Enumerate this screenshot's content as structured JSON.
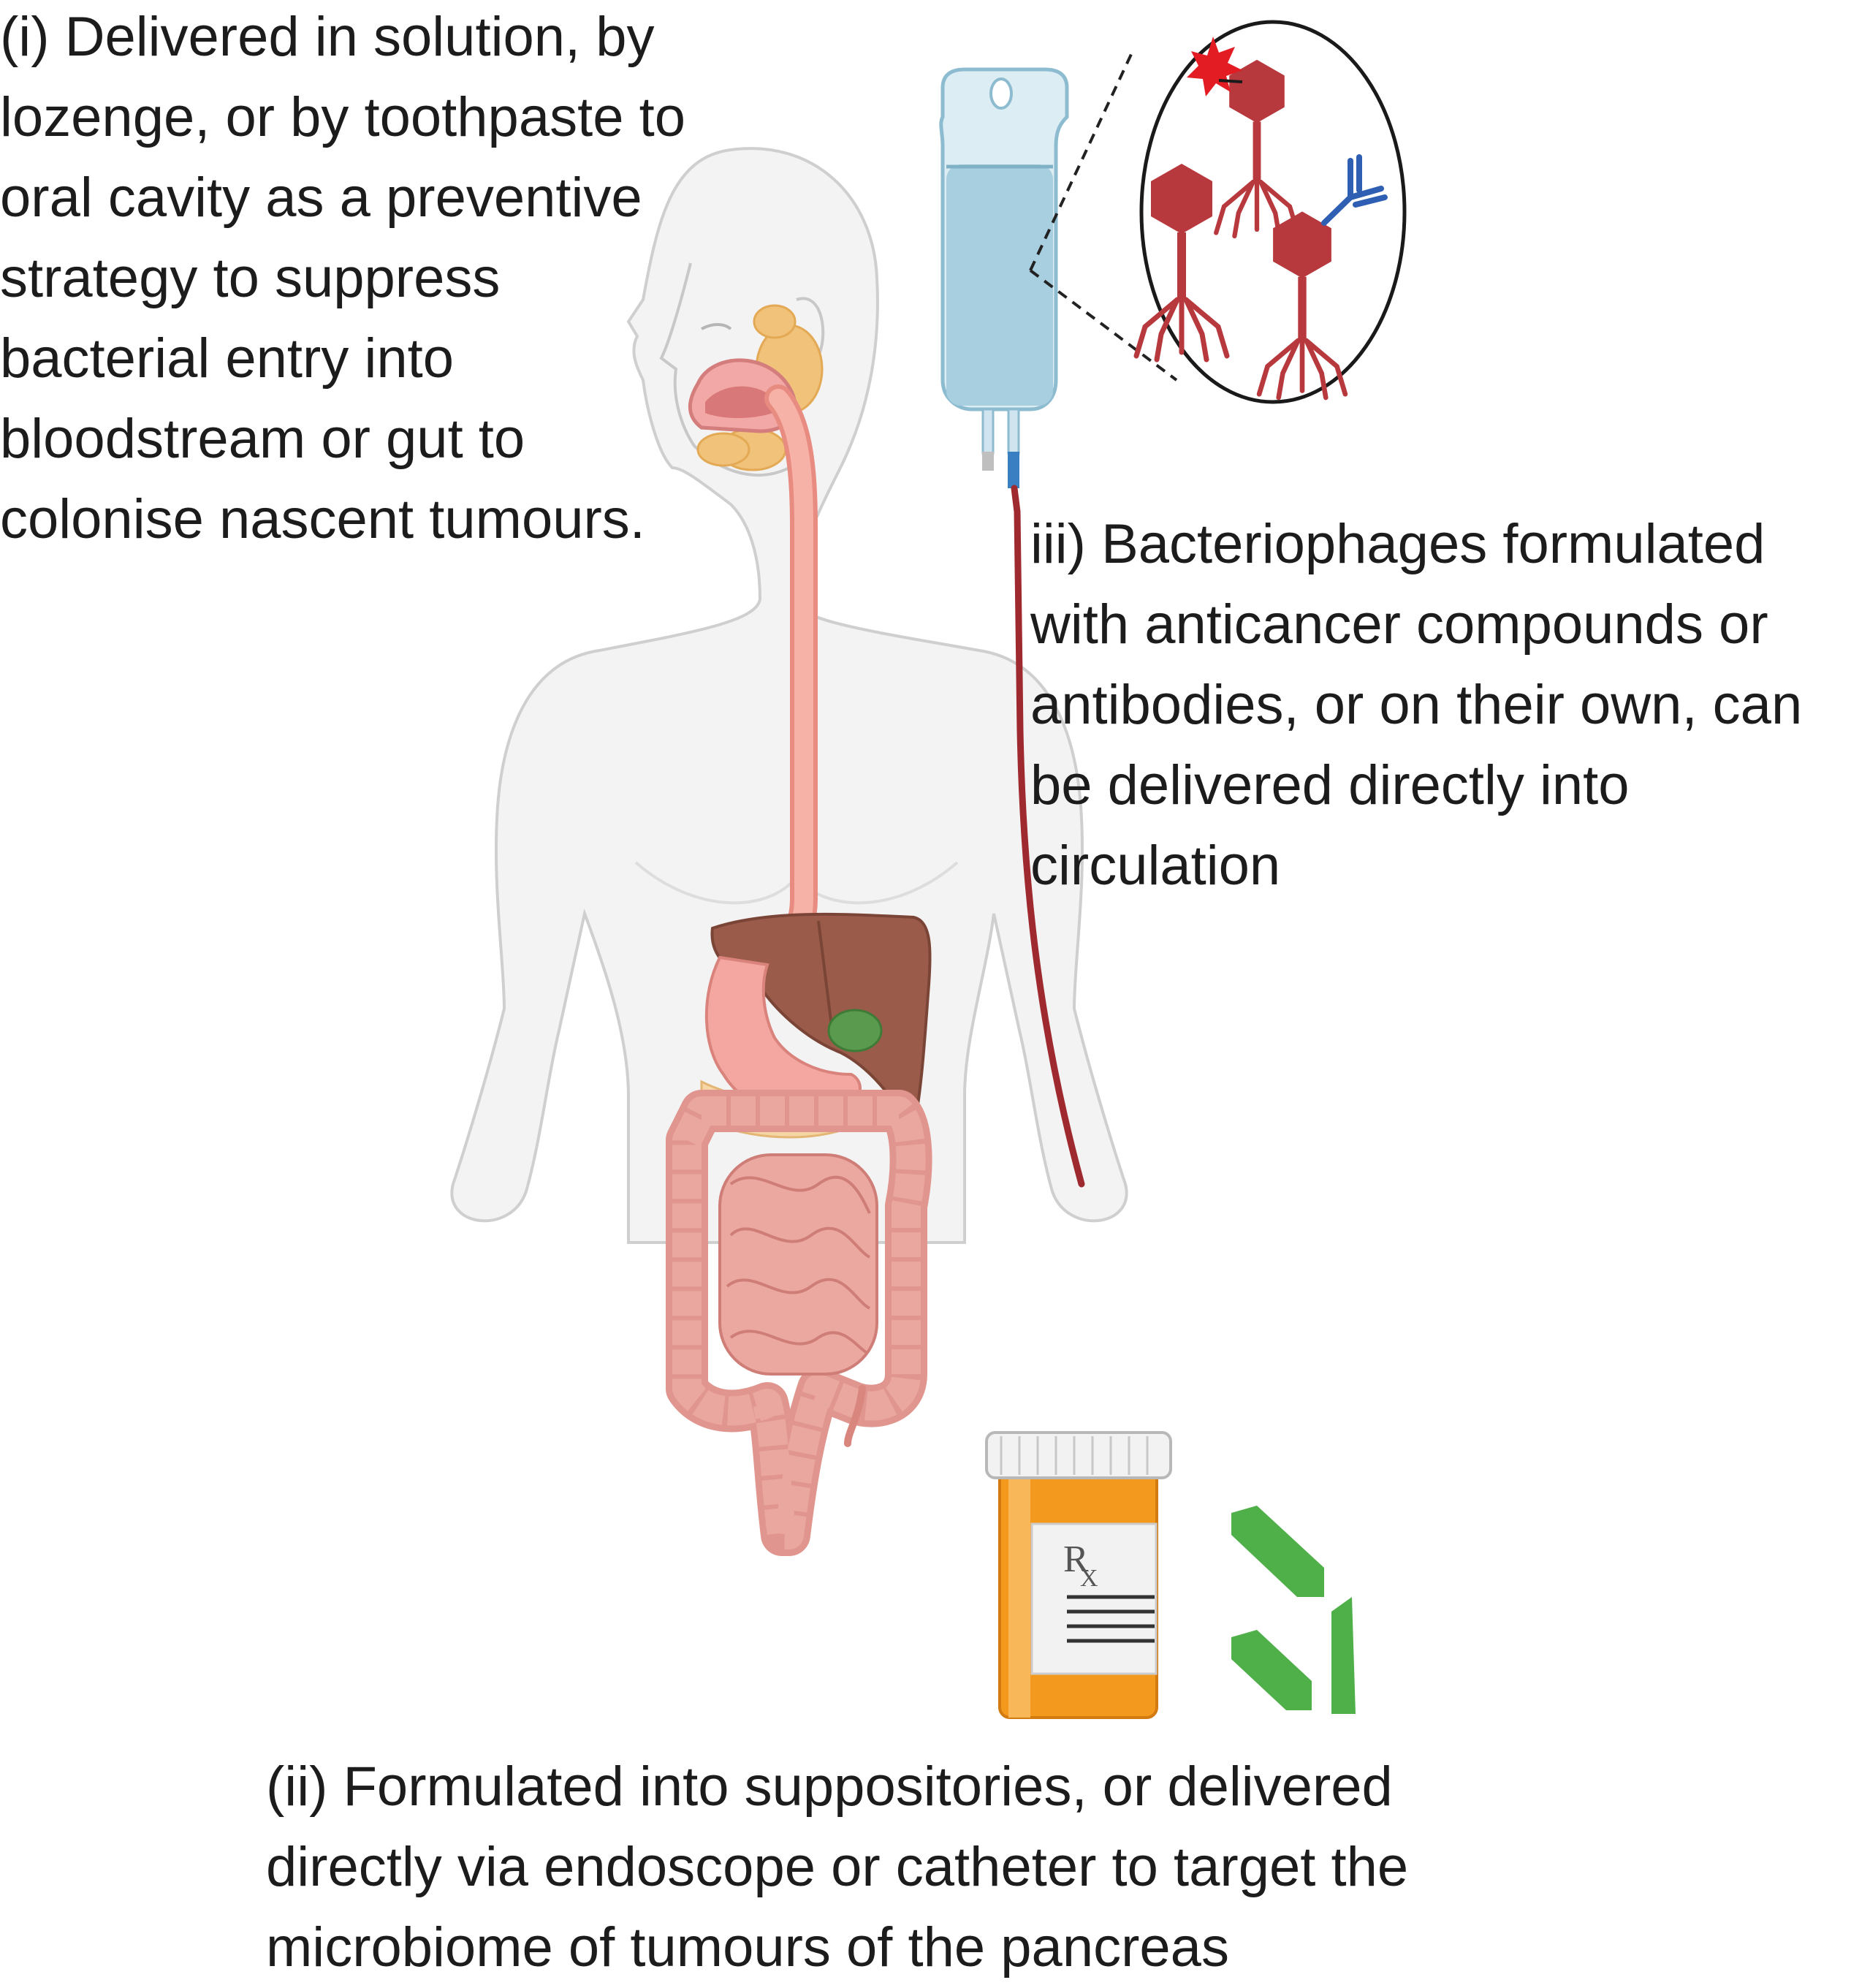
{
  "labels": {
    "oral_route": {
      "lines": [
        "(i) Delivered in solution, by",
        "lozenge, or by toothpaste to",
        "oral cavity as a preventive",
        "strategy to suppress",
        "bacterial entry into",
        "bloodstream or gut to",
        "colonise nascent tumours."
      ]
    },
    "iv_route": {
      "lines": [
        "iii) Bacteriophages formulated",
        "with anticancer compounds or",
        "antibodies, or on their own, can",
        "be delivered directly into",
        "circulation"
      ]
    },
    "rectal_route": {
      "lines": [
        "(ii) Formulated into suppositories, or delivered",
        "directly via endoscope or catheter to target the",
        "microbiome of tumours of the pancreas"
      ]
    }
  },
  "pill_bottle": {
    "label_text_main": "R",
    "label_text_sub": "X"
  },
  "icons": [
    "human-silhouette-icon",
    "iv-bag-icon",
    "bacteriophage-icon",
    "antibody-icon",
    "pill-bottle-icon",
    "suppository-capsule-icon"
  ],
  "colors": {
    "body_outline": "#cfcfcf",
    "body_fill": "#f2f2f2",
    "esophagus": "#f4a99e",
    "liver": "#9b5b4a",
    "stomach": "#f3a7a0",
    "intestine": "#e39a92",
    "gallbladder": "#5a9a4e",
    "salivary_gland": "#f1c27a",
    "iv_fluid": "#a8cfdf",
    "iv_tube": "#9e2a2f",
    "phage": "#b8393d",
    "antibody": "#2f5fb3",
    "toxin_star": "#e31b23",
    "bottle": "#f39a1e",
    "bottle_cap": "#f2f2f2",
    "capsule": "#4fb04a"
  }
}
